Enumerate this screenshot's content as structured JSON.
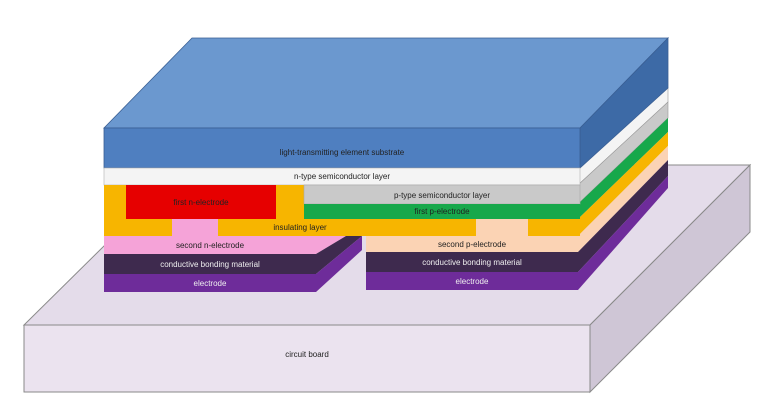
{
  "labels": {
    "substrate": "light-transmitting element substrate",
    "n_layer": "n-type semiconductor layer",
    "first_n_electrode": "first n-electrode",
    "p_layer": "p-type semiconductor layer",
    "first_p_electrode": "first p-electrode",
    "insulating_layer": "insulating layer",
    "second_n_electrode": "second n-electrode",
    "second_p_electrode": "second p-electrode",
    "bonding_left": "conductive bonding material",
    "bonding_right": "conductive bonding material",
    "electrode_left": "electrode",
    "electrode_right": "electrode",
    "circuit_board": "circuit board"
  },
  "colors": {
    "substrate_front": "#4f7fc0",
    "substrate_top": "#6b98cf",
    "substrate_side": "#3d6aa6",
    "n_layer": "#f4f4f4",
    "first_n_electrode": "#e60000",
    "p_layer": "#c9c9c9",
    "first_p_electrode": "#17a84b",
    "insulating_layer": "#f7b500",
    "second_n_electrode": "#f5a3d8",
    "second_p_electrode": "#fbd3b4",
    "bonding": "#3e2a4e",
    "electrode": "#6e2c9a",
    "circuit_board_front": "#ebe3ef",
    "circuit_board_top": "#e4dcea",
    "circuit_board_side": "#cfc6d6"
  }
}
